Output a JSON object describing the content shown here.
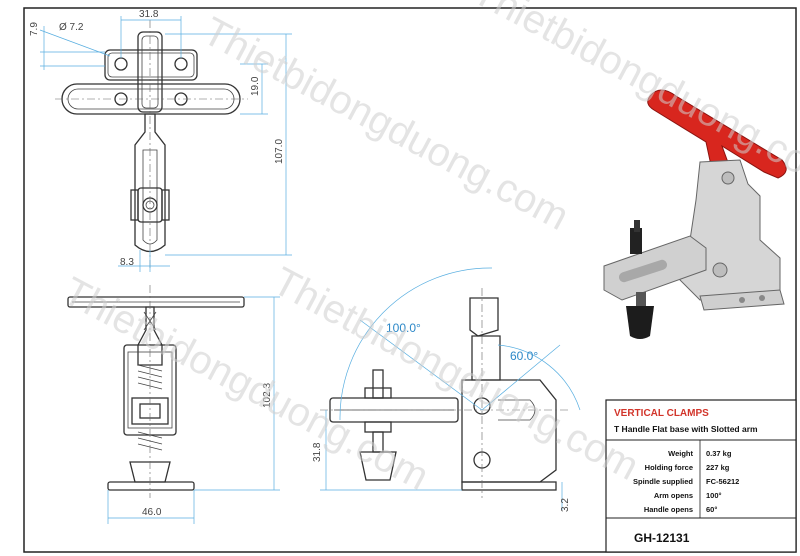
{
  "dimensions": {
    "hole_dia": "Ø 7.2",
    "top_width": "31.8",
    "top_offset": "7.9",
    "slot_height": "19.0",
    "overall_length": "107.0",
    "bar_offset": "8.3",
    "height": "102.3",
    "base_width": "46.0",
    "center_height": "31.8",
    "base_thickness": "3.2"
  },
  "angles": {
    "arm_open": "100.0°",
    "handle_open": "60.0°"
  },
  "watermark": "Thietbidongduong.com",
  "title_block": {
    "title": "VERTICAL CLAMPS",
    "subtitle": "T Handle Flat base with Slotted arm",
    "specs": [
      {
        "label": "Weight",
        "value": "0.37 kg"
      },
      {
        "label": "Holding force",
        "value": "227 kg"
      },
      {
        "label": "Spindle supplied",
        "value": "FC-56212"
      },
      {
        "label": "Arm opens",
        "value": "100°"
      },
      {
        "label": "Handle opens",
        "value": "60°"
      }
    ],
    "code": "GH-12131"
  },
  "colors": {
    "handle": "#d8261e",
    "body": "#d6d6d6",
    "dimension_line": "#58aee0",
    "title": "#d2352b"
  }
}
